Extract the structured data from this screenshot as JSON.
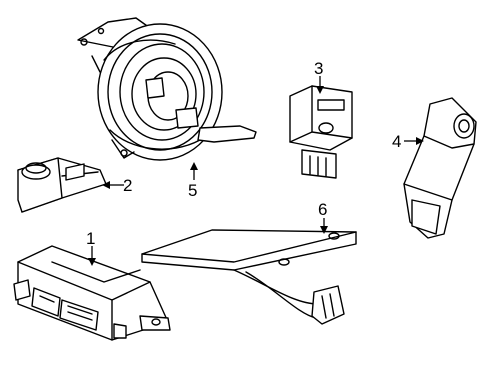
{
  "diagram": {
    "callouts": [
      {
        "id": "1",
        "text": "1"
      },
      {
        "id": "2",
        "text": "2"
      },
      {
        "id": "3",
        "text": "3"
      },
      {
        "id": "4",
        "text": "4"
      },
      {
        "id": "5",
        "text": "5"
      },
      {
        "id": "6",
        "text": "6"
      }
    ],
    "line_color": "#000000",
    "background": "#ffffff"
  }
}
